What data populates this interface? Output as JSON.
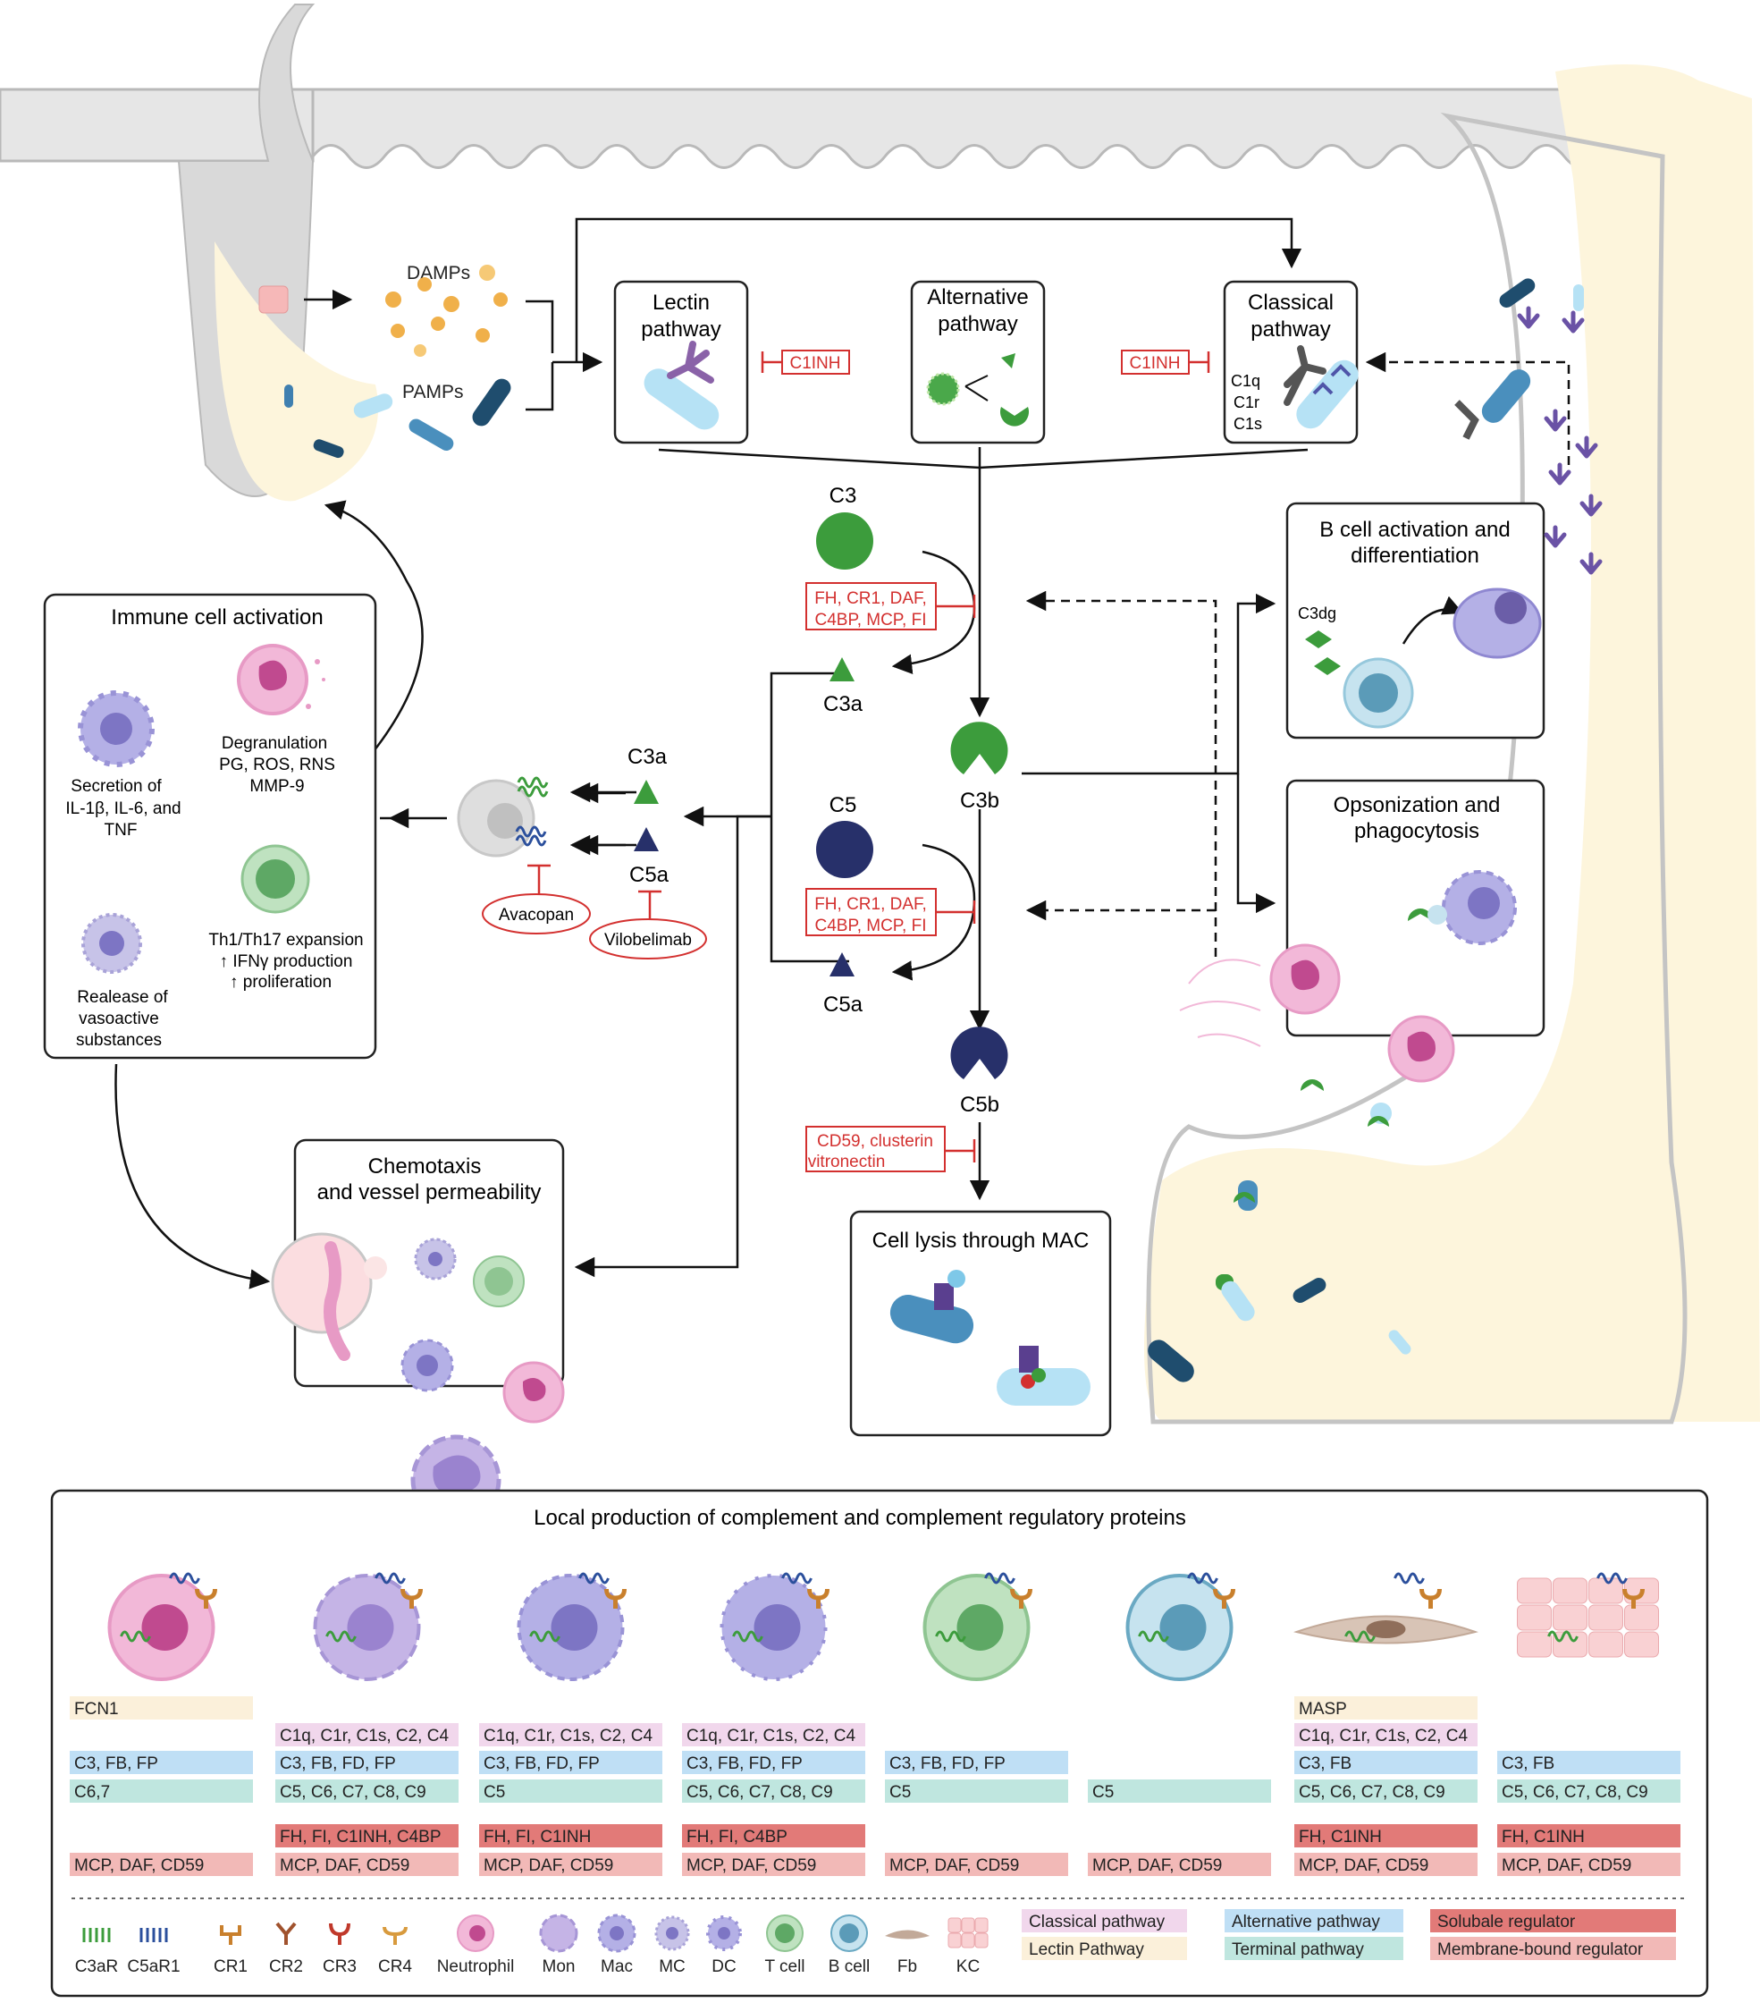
{
  "inputs": {
    "damps": "DAMPs",
    "pamps": "PAMPs"
  },
  "pathways": {
    "lectin": [
      "Lectin",
      "pathway"
    ],
    "alternative": [
      "Alternative",
      "pathway"
    ],
    "classical": [
      "Classical",
      "pathway"
    ],
    "classical_components": [
      "C1q",
      "C1r",
      "C1s"
    ]
  },
  "inhibitors": {
    "c1inh_left": "C1INH",
    "c1inh_right": "C1INH",
    "c3_regulators": [
      "FH, CR1, DAF,",
      "C4BP, MCP, FI"
    ],
    "c5_regulators": [
      "FH, CR1, DAF,",
      "C4BP, MCP, FI"
    ],
    "mac_regulators": [
      "CD59, clusterin",
      "vitronectin"
    ],
    "avacopan": "Avacopan",
    "vilobelimab": "Vilobelimab"
  },
  "components": {
    "c3": "C3",
    "c3a": "C3a",
    "c3b": "C3b",
    "c5": "C5",
    "c5a": "C5a",
    "c5b": "C5b",
    "c3a_receptor_label": "C3a",
    "c5a_receptor_label": "C5a",
    "c3dg": "C3dg"
  },
  "boxes": {
    "immune_title": "Immune cell activation",
    "secretion": [
      "Secretion of",
      "IL-1β, IL-6, and",
      "TNF"
    ],
    "degranulation": [
      "Degranulation",
      "PG, ROS, RNS",
      "MMP-9"
    ],
    "th_expansion": [
      "Th1/Th17 expansion",
      "↑ IFNγ production",
      "↑ proliferation"
    ],
    "vasoactive": [
      "Realease of",
      "vasoactive",
      "substances"
    ],
    "bcell_title": [
      "B cell activation and",
      "differentiation"
    ],
    "opsonization_title": [
      "Opsonization and",
      "phagocytosis"
    ],
    "chemotaxis_title": [
      "Chemotaxis",
      "and vessel permeability"
    ],
    "lysis_title": "Cell lysis through MAC"
  },
  "local_production": {
    "title": "Local production of complement and complement regulatory proteins",
    "columns": [
      {
        "cell": "neutrophil",
        "rows": [
          {
            "t": "lectin",
            "v": "FCN1"
          },
          {
            "t": "alt",
            "v": "C3, FB, FP"
          },
          {
            "t": "term",
            "v": "C6,7"
          },
          {
            "t": "mem",
            "v": "MCP, DAF, CD59"
          }
        ]
      },
      {
        "cell": "monocyte",
        "rows": [
          {
            "t": "classical",
            "v": "C1q, C1r, C1s, C2, C4"
          },
          {
            "t": "alt",
            "v": "C3, FB, FD, FP"
          },
          {
            "t": "term",
            "v": "C5, C6, C7, C8, C9"
          },
          {
            "t": "sol",
            "v": "FH, FI, C1INH, C4BP"
          },
          {
            "t": "mem",
            "v": "MCP, DAF, CD59"
          }
        ]
      },
      {
        "cell": "macrophage",
        "rows": [
          {
            "t": "classical",
            "v": "C1q, C1r, C1s, C2, C4"
          },
          {
            "t": "alt",
            "v": "C3, FB, FD, FP"
          },
          {
            "t": "term",
            "v": "C5"
          },
          {
            "t": "sol",
            "v": "FH, FI, C1INH"
          },
          {
            "t": "mem",
            "v": "MCP, DAF, CD59"
          }
        ]
      },
      {
        "cell": "dc",
        "rows": [
          {
            "t": "classical",
            "v": "C1q, C1r, C1s, C2, C4"
          },
          {
            "t": "alt",
            "v": "C3, FB, FD, FP"
          },
          {
            "t": "term",
            "v": "C5, C6, C7, C8, C9"
          },
          {
            "t": "sol",
            "v": "FH, FI, C4BP"
          },
          {
            "t": "mem",
            "v": "MCP, DAF, CD59"
          }
        ]
      },
      {
        "cell": "tcell",
        "rows": [
          {
            "t": "alt",
            "v": "C3, FB, FD, FP"
          },
          {
            "t": "term",
            "v": "C5"
          },
          {
            "t": "mem",
            "v": "MCP, DAF, CD59"
          }
        ]
      },
      {
        "cell": "bcell",
        "rows": [
          {
            "t": "term",
            "v": "C5"
          },
          {
            "t": "mem",
            "v": "MCP, DAF, CD59"
          }
        ]
      },
      {
        "cell": "fibroblast",
        "rows": [
          {
            "t": "lectin",
            "v": "MASP"
          },
          {
            "t": "classical",
            "v": "C1q, C1r, C1s, C2, C4"
          },
          {
            "t": "alt",
            "v": "C3, FB"
          },
          {
            "t": "term",
            "v": "C5, C6, C7, C8, C9"
          },
          {
            "t": "sol",
            "v": "FH, C1INH"
          },
          {
            "t": "mem",
            "v": "MCP, DAF, CD59"
          }
        ]
      },
      {
        "cell": "keratinocyte",
        "rows": [
          {
            "t": "alt",
            "v": "C3, FB"
          },
          {
            "t": "term",
            "v": "C5, C6, C7, C8, C9"
          },
          {
            "t": "sol",
            "v": "FH, C1INH"
          },
          {
            "t": "mem",
            "v": "MCP, DAF, CD59"
          }
        ]
      }
    ]
  },
  "legend": {
    "symbols": [
      "C3aR",
      "C5aR1",
      "CR1",
      "CR2",
      "CR3",
      "CR4",
      "Neutrophil",
      "Mon",
      "Mac",
      "MC",
      "DC",
      "T cell",
      "B cell",
      "Fb",
      "KC"
    ],
    "categories": [
      {
        "key": "classical",
        "label": "Classical pathway"
      },
      {
        "key": "lectin",
        "label": "Lectin Pathway"
      },
      {
        "key": "alt",
        "label": "Alternative pathway"
      },
      {
        "key": "term",
        "label": "Terminal pathway"
      },
      {
        "key": "sol",
        "label": "Solubale regulator"
      },
      {
        "key": "mem",
        "label": "Membrane-bound regulator"
      }
    ]
  },
  "colors": {
    "classical": "#f1d7ec",
    "lectin": "#fbf0da",
    "alt": "#bfdff5",
    "term": "#bfe6df",
    "sol": "#e27a78",
    "mem": "#f2b9b7",
    "inhibitor": "#d3302f",
    "skin": "#e6e6e6",
    "dermis": "#fdf5dc",
    "green": "#3c9c3c",
    "navy": "#27306a"
  }
}
